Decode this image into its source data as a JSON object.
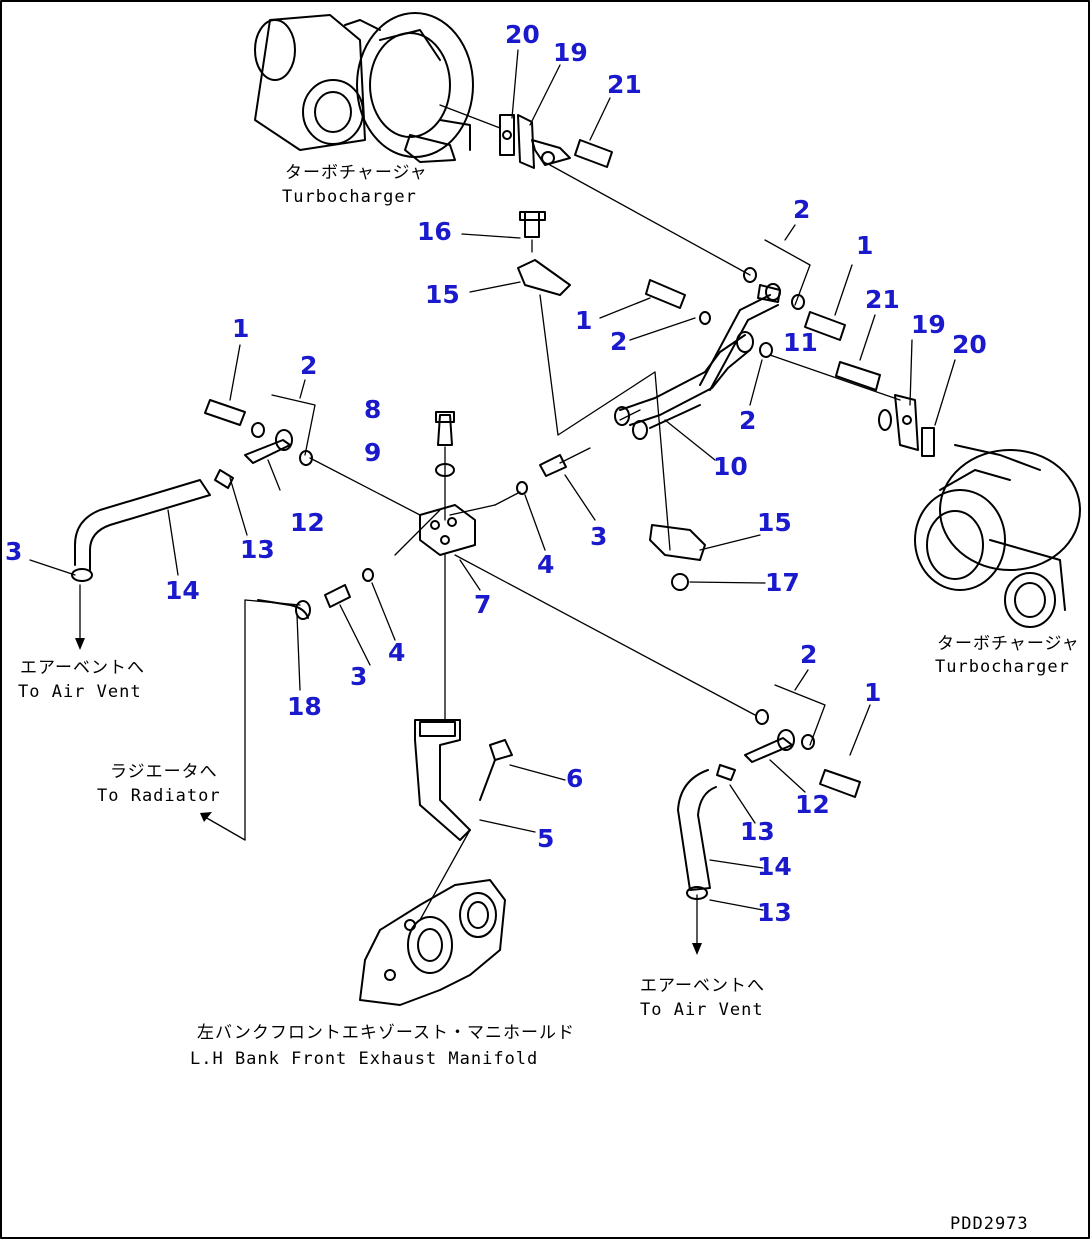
{
  "colors": {
    "callout": "#1a1acc",
    "line": "#000000",
    "background": "#ffffff"
  },
  "drawing_code": "PDD2973",
  "labels": {
    "turbo_top_jp": "ターボチャージャ",
    "turbo_top_en": "Turbocharger",
    "turbo_right_jp": "ターボチャージャ",
    "turbo_right_en": "Turbocharger",
    "air_vent_left_jp": "エアーベントへ",
    "air_vent_left_en": "To Air Vent",
    "radiator_jp": "ラジエータへ",
    "radiator_en": "To Radiator",
    "air_vent_right_jp": "エアーベントへ",
    "air_vent_right_en": "To Air Vent",
    "manifold_jp": "左バンクフロントエキゾースト・マニホールド",
    "manifold_en": "L.H Bank Front Exhaust Manifold"
  },
  "callouts": [
    {
      "id": "c20a",
      "text": "20"
    },
    {
      "id": "c19a",
      "text": "19"
    },
    {
      "id": "c21a",
      "text": "21"
    },
    {
      "id": "c2a",
      "text": "2"
    },
    {
      "id": "c16",
      "text": "16"
    },
    {
      "id": "c1a",
      "text": "1"
    },
    {
      "id": "c15a",
      "text": "15"
    },
    {
      "id": "c1b",
      "text": "1"
    },
    {
      "id": "c21b",
      "text": "21"
    },
    {
      "id": "c2b",
      "text": "2"
    },
    {
      "id": "c11",
      "text": "11"
    },
    {
      "id": "c19b",
      "text": "19"
    },
    {
      "id": "c20b",
      "text": "20"
    },
    {
      "id": "c1c",
      "text": "1"
    },
    {
      "id": "c2c",
      "text": "2"
    },
    {
      "id": "c2d",
      "text": "2"
    },
    {
      "id": "c8",
      "text": "8"
    },
    {
      "id": "c9",
      "text": "9"
    },
    {
      "id": "c10",
      "text": "10"
    },
    {
      "id": "c12a",
      "text": "12"
    },
    {
      "id": "c13a",
      "text": "13"
    },
    {
      "id": "c3a",
      "text": "3"
    },
    {
      "id": "c15b",
      "text": "15"
    },
    {
      "id": "c3b",
      "text": "3"
    },
    {
      "id": "c14a",
      "text": "14"
    },
    {
      "id": "c4a",
      "text": "4"
    },
    {
      "id": "c7",
      "text": "7"
    },
    {
      "id": "c17",
      "text": "17"
    },
    {
      "id": "c4b",
      "text": "4"
    },
    {
      "id": "c3c",
      "text": "3"
    },
    {
      "id": "c2e",
      "text": "2"
    },
    {
      "id": "c1d",
      "text": "1"
    },
    {
      "id": "c18",
      "text": "18"
    },
    {
      "id": "c6",
      "text": "6"
    },
    {
      "id": "c12b",
      "text": "12"
    },
    {
      "id": "c5",
      "text": "5"
    },
    {
      "id": "c13b",
      "text": "13"
    },
    {
      "id": "c14b",
      "text": "14"
    },
    {
      "id": "c13c",
      "text": "13"
    }
  ]
}
